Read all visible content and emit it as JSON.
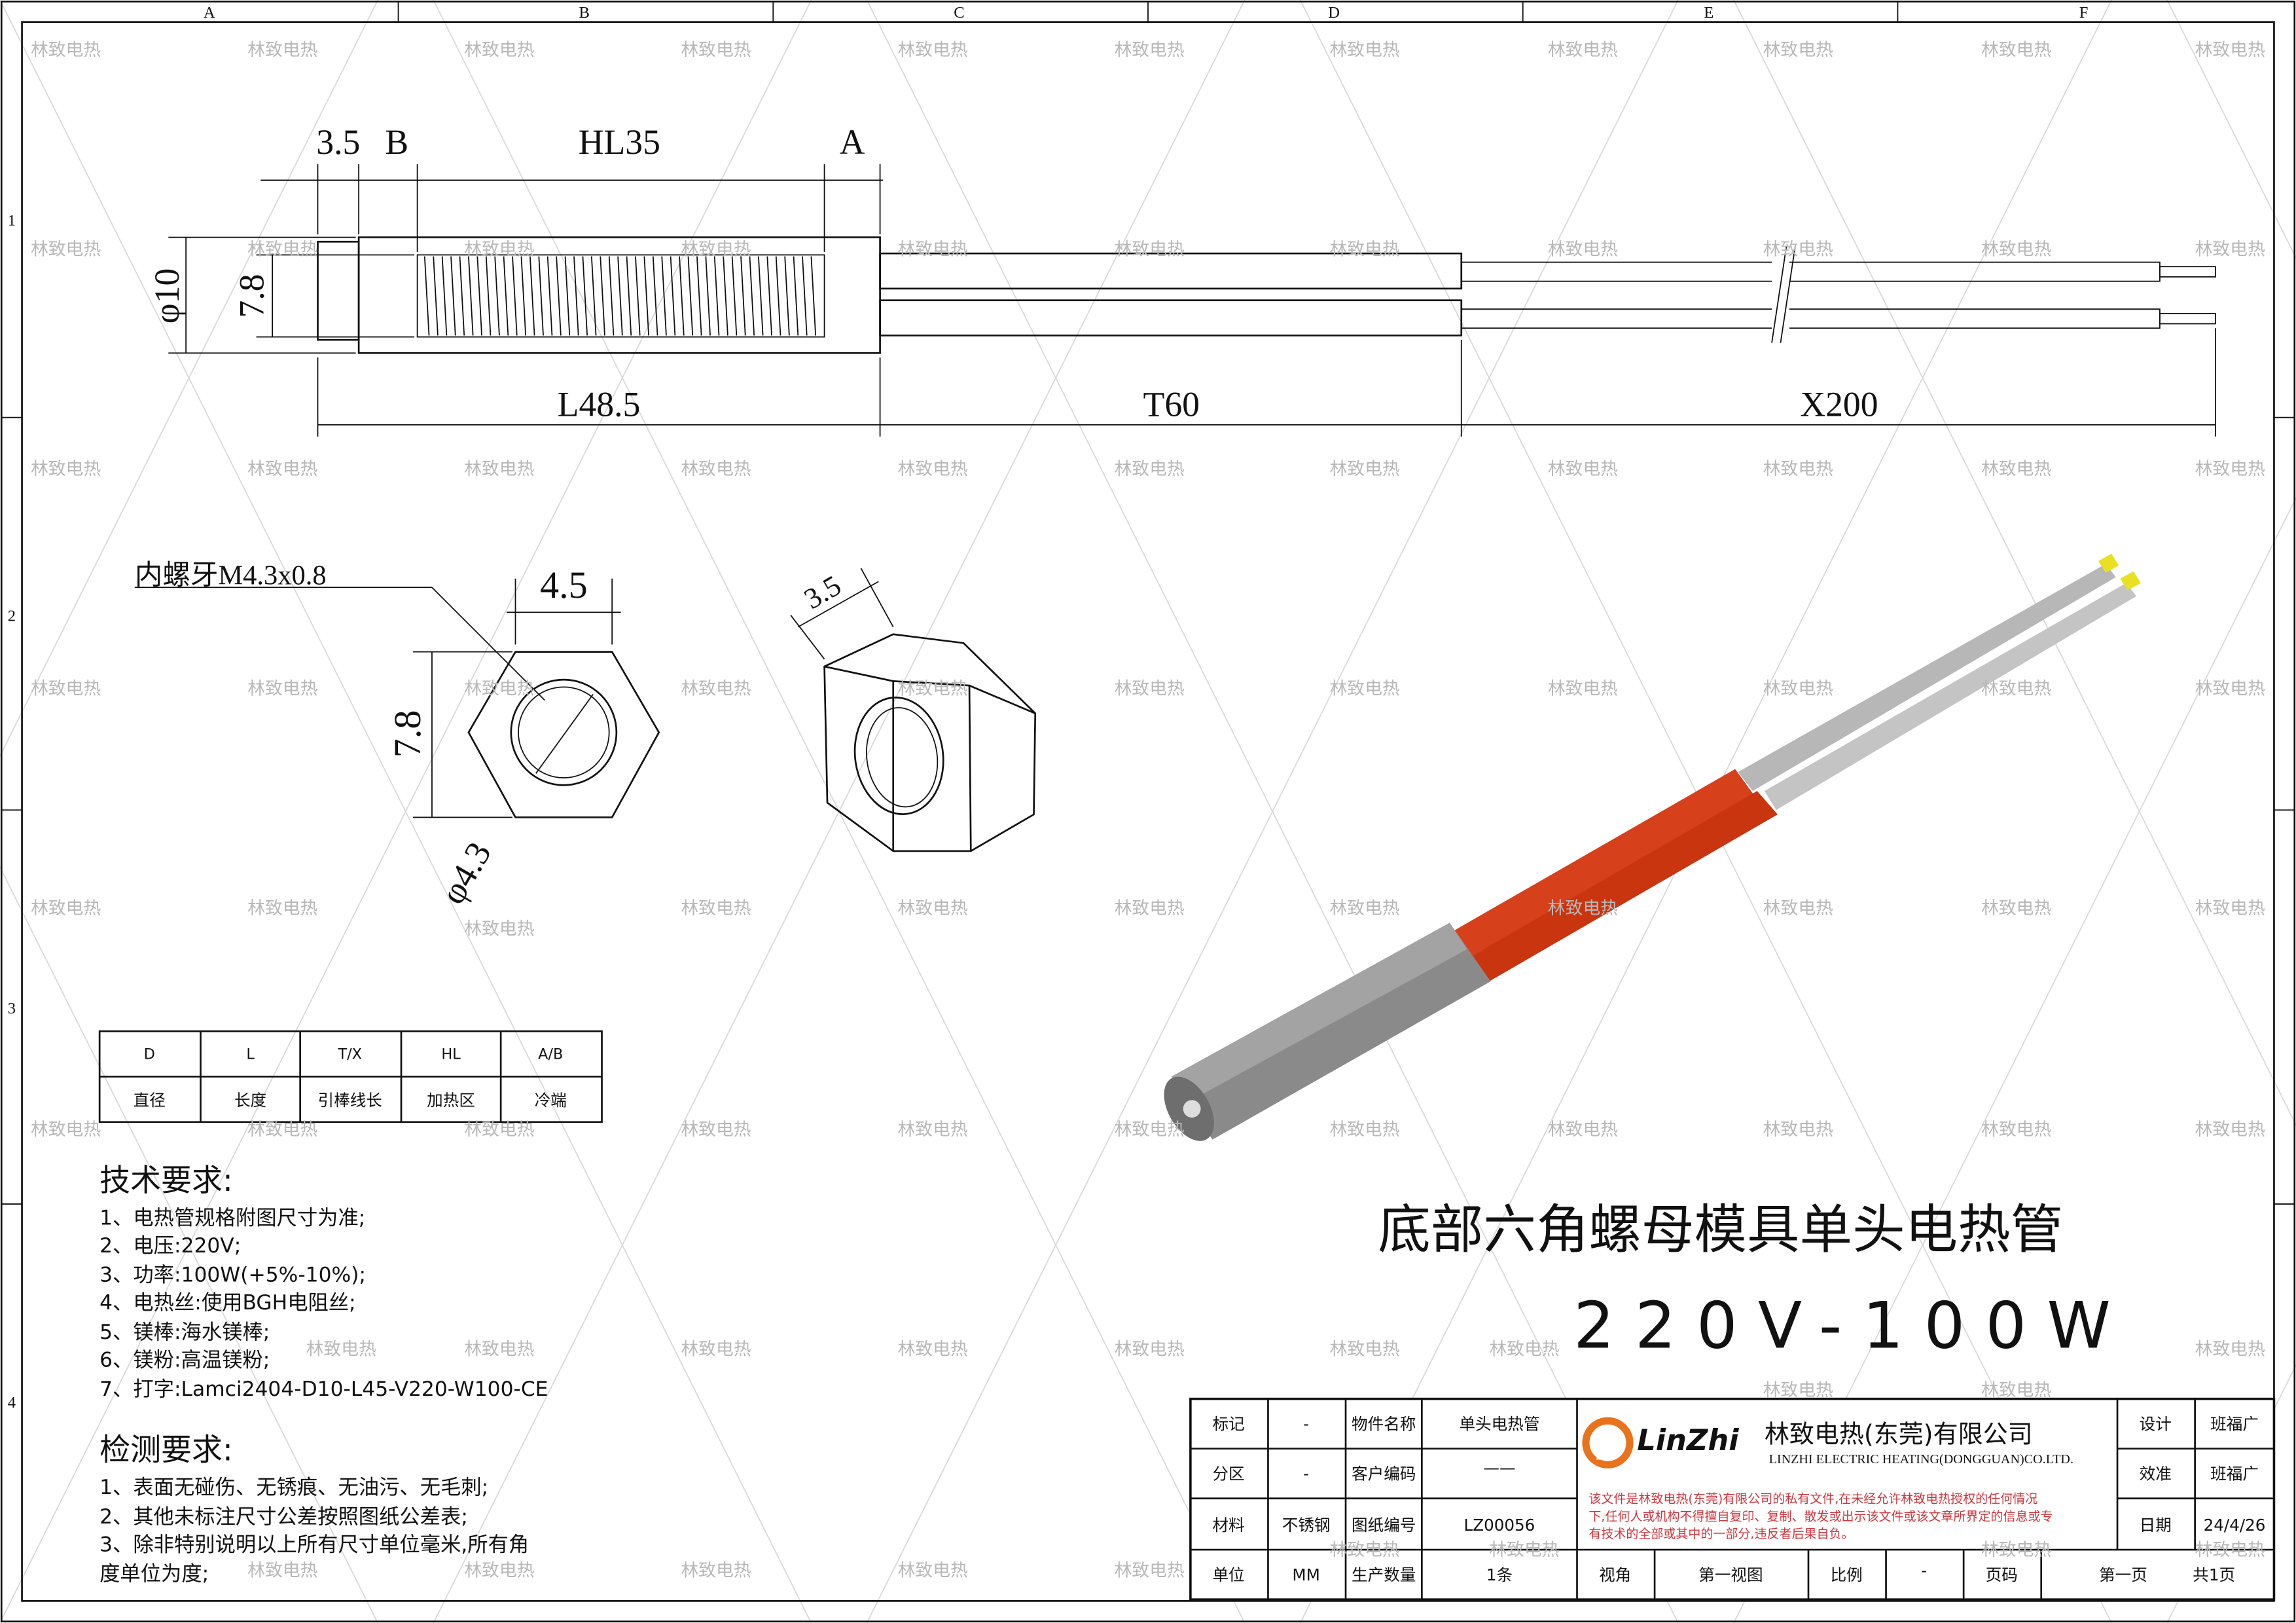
{
  "watermark": "林致电热",
  "zones": {
    "columns": [
      "A",
      "B",
      "C",
      "D",
      "E",
      "F"
    ],
    "rows": [
      "1",
      "2",
      "3",
      "4"
    ]
  },
  "top_view": {
    "dim_a": "3.5",
    "dim_b": "B",
    "dim_hl": "HL35",
    "dim_a_label": "A",
    "dim_phi": "φ10",
    "dim_inner": "7.8",
    "dim_l": "L48.5",
    "dim_t": "T60",
    "dim_x": "X200"
  },
  "hex_view": {
    "thread_label": "内螺牙M4.3x0.8",
    "width": "4.5",
    "height": "7.8",
    "hole": "φ4.3",
    "iso_thickness": "3.5"
  },
  "legend_table": {
    "headers": [
      "D",
      "L",
      "T/X",
      "HL",
      "A/B"
    ],
    "values": [
      "直径",
      "长度",
      "引棒线长",
      "加热区",
      "冷端"
    ]
  },
  "tech_requirements": {
    "title": "技术要求:",
    "items": [
      "1、电热管规格附图尺寸为准;",
      "2、电压:220V;",
      "3、功率:100W(+5%-10%);",
      "4、电热丝:使用BGH电阻丝;",
      "5、镁棒:海水镁棒;",
      "6、镁粉:高温镁粉;",
      "7、打字:Lamci2404-D10-L45-V220-W100-CE"
    ]
  },
  "inspection_requirements": {
    "title": "检测要求:",
    "items": [
      "1、表面无碰伤、无锈痕、无油污、无毛刺;",
      "2、其他未标注尺寸公差按照图纸公差表;",
      "3、除非特别说明以上所有尺寸单位毫米,所有角",
      "度单位为度;"
    ]
  },
  "product_title": "底部六角螺母模具单头电热管",
  "product_rating": "220V-100W",
  "title_block": {
    "rows": [
      [
        "标记",
        "-",
        "物件名称",
        "单头电热管"
      ],
      [
        "分区",
        "-",
        "客户编码",
        "——"
      ],
      [
        "材料",
        "不锈钢",
        "图纸编号",
        "LZ00056"
      ]
    ],
    "right": [
      [
        "设计",
        "班福广"
      ],
      [
        "效准",
        "班福广"
      ],
      [
        "日期",
        "24/4/26"
      ]
    ],
    "bottom": [
      "单位",
      "MM",
      "生产数量",
      "1条",
      "视角",
      "第一视图",
      "比例",
      "-",
      "页码",
      "第一页",
      "共1页"
    ],
    "company_logo": "LinZhi 林致",
    "company_name": "林致电热(东莞)有限公司",
    "company_name_en": "LINZHI ELECTRIC HEATING(DONGGUAN)CO.LTD.",
    "notice": [
      "该文件是林致电热(东莞)有限公司的私有文件,在未经允许林致电热授权的任何情况",
      "下,任何人或机构不得擅自复印、复制、散发或出示该文件或该文章所界定的信息或专",
      "有技术的全部或其中的一部分,违反者后果自负。"
    ],
    "colors": {
      "logo_orange": "#e8731c",
      "notice_red": "#d0343c"
    }
  }
}
